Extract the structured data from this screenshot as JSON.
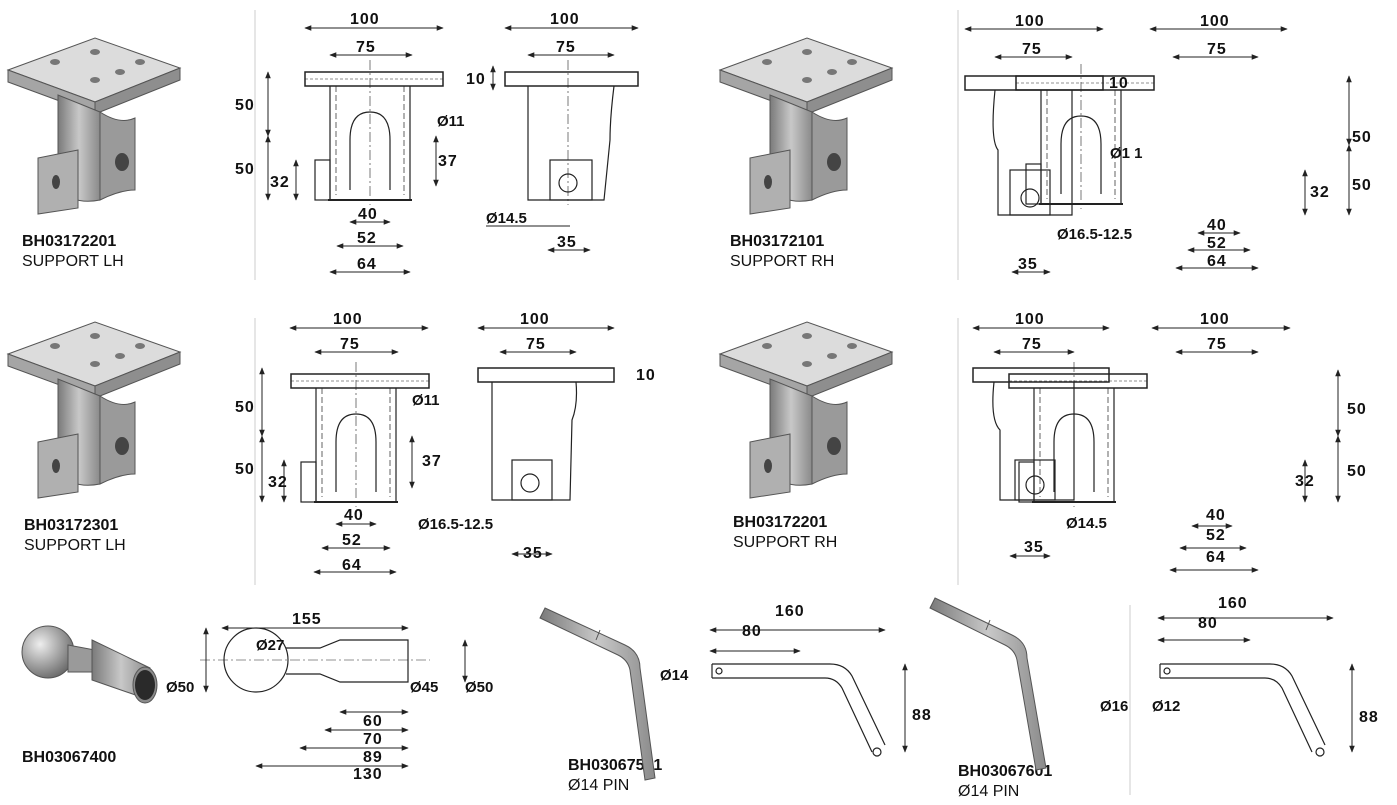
{
  "parts": [
    {
      "code": "BH03172201",
      "desc": "SUPPORT LH"
    },
    {
      "code": "BH03172101",
      "desc": "SUPPORT RH"
    },
    {
      "code": "BH03172301",
      "desc": "SUPPORT LH"
    },
    {
      "code": "BH03172201",
      "desc": "SUPPORT RH"
    },
    {
      "code": "BH03067400",
      "desc": ""
    },
    {
      "code": "BH03067501",
      "desc": "Ø14 PIN"
    },
    {
      "code": "BH03067601",
      "desc": "Ø14 PIN"
    }
  ],
  "dims": {
    "d100": "100",
    "d75": "75",
    "d10": "10",
    "d50": "50",
    "d37": "37",
    "d32": "32",
    "d40": "40",
    "d52": "52",
    "d64": "64",
    "d35": "35",
    "phi11": "Ø11",
    "phi11s": "Ø1 1",
    "phi145": "Ø14.5",
    "phi1651": "Ø16.5-12.5",
    "d155": "155",
    "phi27": "Ø27",
    "phi50": "Ø50",
    "phi45": "Ø45",
    "d60": "60",
    "d70": "70",
    "d89": "89",
    "d130": "130",
    "d160": "160",
    "d80": "80",
    "d88": "88",
    "phi14": "Ø14",
    "phi16": "Ø16",
    "phi12": "Ø12"
  },
  "colors": {
    "line": "#222222",
    "part_light": "#d9d9d9",
    "part_mid": "#a8a8a8",
    "part_dark": "#6e6e6e"
  }
}
